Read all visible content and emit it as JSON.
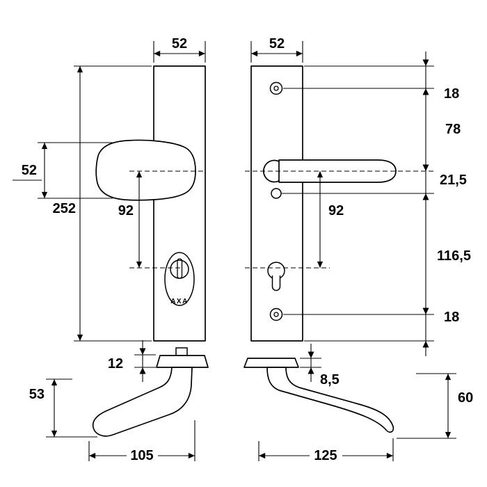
{
  "brand": "AXA",
  "dimensions": {
    "front_left": {
      "plate_width": "52",
      "plate_height": "252",
      "knob_height": "52",
      "center_distance": "92"
    },
    "front_right": {
      "plate_width": "52",
      "top_edge_to_screw": "18",
      "screw_to_handle_center": "78",
      "handle_center_to_screw": "21,5",
      "center_distance": "92",
      "handle_to_bottom_screw": "116,5",
      "bottom_screw_to_edge": "18"
    },
    "side_left": {
      "plate_thickness": "12",
      "grip_height": "53",
      "grip_length": "105"
    },
    "side_right": {
      "plate_thickness": "8,5",
      "grip_height": "60",
      "grip_length": "125"
    }
  }
}
